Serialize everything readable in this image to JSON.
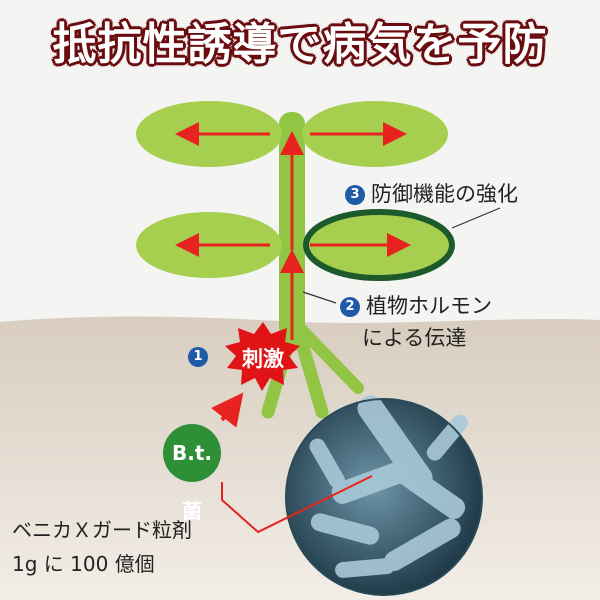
{
  "title": "抵抗性誘導で病気を予防",
  "labels": {
    "defense_num": "3",
    "defense": "防御機能の強化",
    "hormone_num": "2",
    "hormone_line1": "植物ホルモン",
    "hormone_line2": "による伝達",
    "stimulus_num": "1",
    "stimulus": "刺激",
    "bacteria": "B.t.菌",
    "product_line1": "ベニカＸガード粒剤",
    "product_line2": "1g に 100 億個"
  },
  "colors": {
    "leaf": "#a6cf4f",
    "stem": "#92c543",
    "arrow": "#e8231f",
    "leaf_outline": "#1d5a2b",
    "soil_top": "#cfc3b4",
    "soil_bottom": "#b4a494",
    "burst": "#e01417",
    "bacteria_circle": "#2f8f36",
    "number_badge": "#1f5aa8",
    "title_outline": "#6b0d10"
  }
}
